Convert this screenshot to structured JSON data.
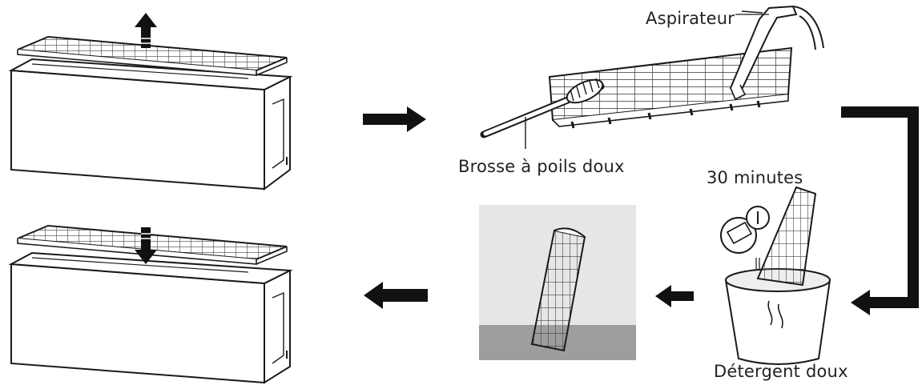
{
  "labels": {
    "vacuum": "Aspirateur",
    "brush": "Brosse à poils doux",
    "soak_time": "30 minutes",
    "detergent": "Détergent doux"
  },
  "colors": {
    "ink": "#1a1a1a",
    "unit_fill": "#ffffff",
    "dry_background": "#e6e6e6",
    "dry_floor": "#9d9d9d",
    "water": "#eeeeee"
  },
  "steps": [
    {
      "id": "remove-filter",
      "icon": "arrow-up-icon"
    },
    {
      "id": "clean-filter",
      "icon": "vacuum-brush-icon"
    },
    {
      "id": "soak-filter",
      "icon": "bucket-icon"
    },
    {
      "id": "dry-filter",
      "icon": "drying-filter-icon"
    },
    {
      "id": "reinsert-filter",
      "icon": "arrow-down-icon"
    }
  ]
}
